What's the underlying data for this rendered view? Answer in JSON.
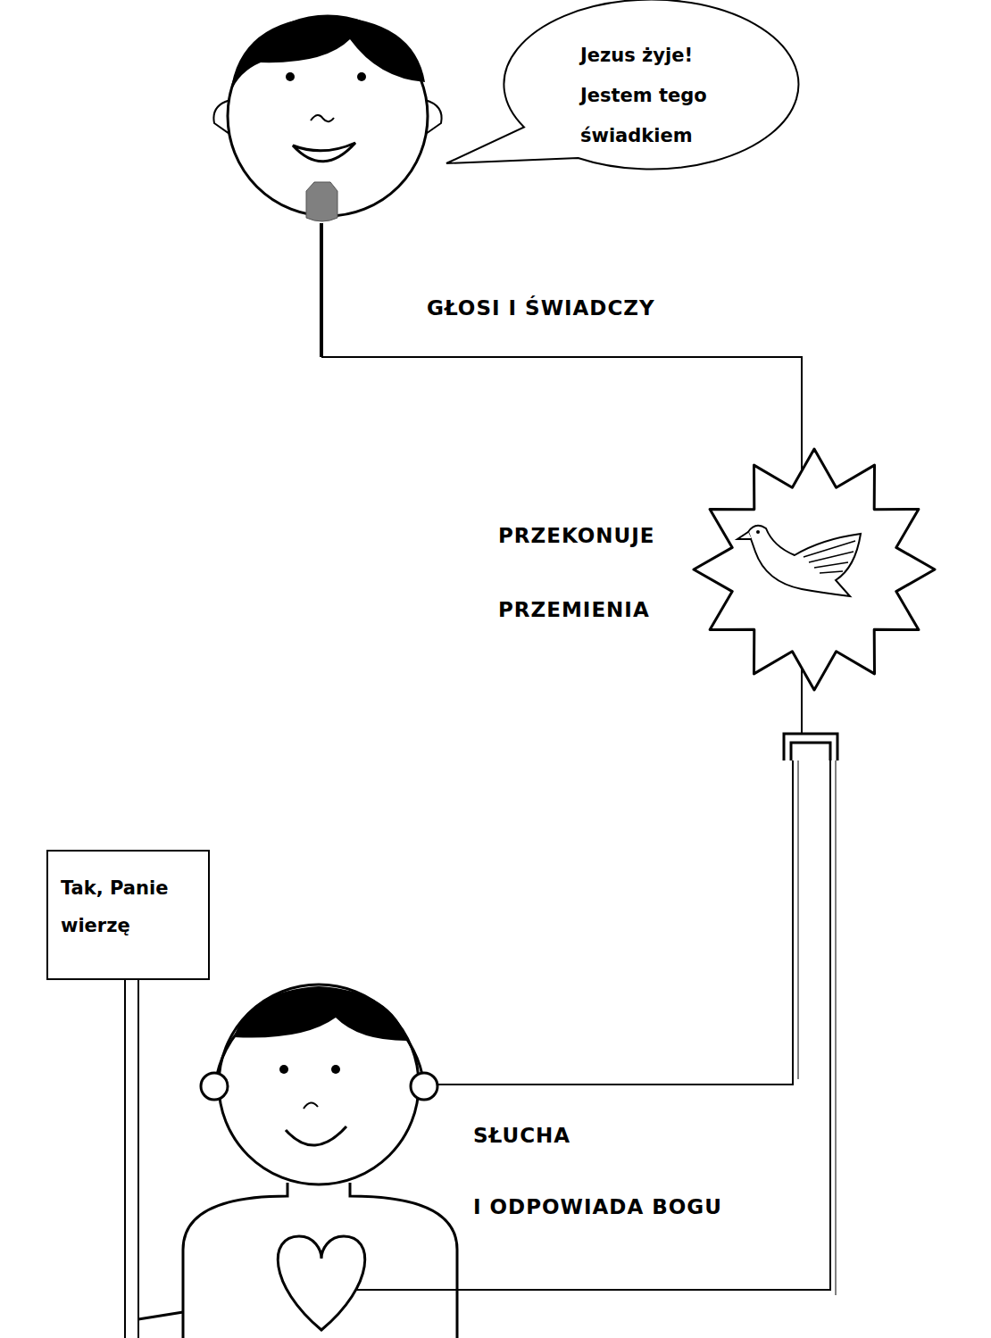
{
  "diagram": {
    "nodes": [
      {
        "text": [
          "Jezus żyje! Jestem tego świadkiem"
        ]
      },
      {
        "text": [
          "Tak, Panie wierzę"
        ]
      }
    ],
    "labels": [
      "GŁOSI I ŚWIADCZY",
      "PRZEKONUJE",
      "PRZEMIENIA",
      "SŁUCHA",
      "I ODPOWIADA BOGU"
    ]
  }
}
